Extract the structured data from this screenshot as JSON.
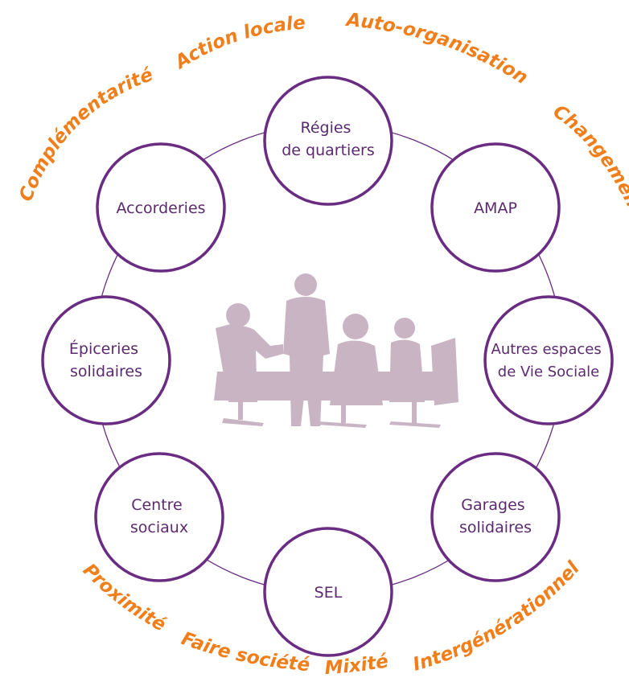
{
  "colors": {
    "accent": "#6a2c82",
    "keyword": "#f07f1b",
    "silhouette": "#c9b4c4",
    "node_fill": "#ffffff"
  },
  "icon": "meeting-people-silhouette",
  "nodes": [
    {
      "id": "regies",
      "lines": [
        "Régies",
        "de quartiers"
      ]
    },
    {
      "id": "amap",
      "lines": [
        "AMAP"
      ]
    },
    {
      "id": "autres",
      "lines": [
        "Autres espaces",
        "de Vie Sociale"
      ]
    },
    {
      "id": "garages",
      "lines": [
        "Garages",
        "solidaires"
      ]
    },
    {
      "id": "sel",
      "lines": [
        "SEL"
      ]
    },
    {
      "id": "centre",
      "lines": [
        "Centre",
        "sociaux"
      ]
    },
    {
      "id": "epiceries",
      "lines": [
        "Épiceries",
        "solidaires"
      ]
    },
    {
      "id": "accorderies",
      "lines": [
        "Accorderies"
      ]
    }
  ],
  "keywords": [
    {
      "id": "complementarite",
      "text": "Complémentarité"
    },
    {
      "id": "action-locale",
      "text": "Action locale"
    },
    {
      "id": "auto-organisation",
      "text": "Auto-organisation"
    },
    {
      "id": "changement",
      "text": "Changement"
    },
    {
      "id": "proximite",
      "text": "Proximité"
    },
    {
      "id": "faire-societe",
      "text": "Faire société"
    },
    {
      "id": "mixite",
      "text": "Mixité"
    },
    {
      "id": "intergenerationnel",
      "text": "Intergénérationnel"
    }
  ]
}
